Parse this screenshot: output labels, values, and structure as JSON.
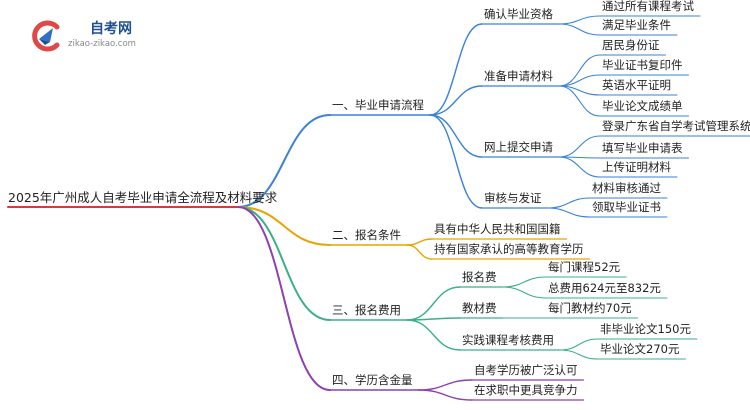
{
  "brand": {
    "title": "自考网",
    "subtitle": "zikao-zikao.com"
  },
  "root": "2025年广州成人自考毕业申请全流程及材料要求",
  "colors": {
    "blue": "#3a82d8",
    "orange": "#e9a300",
    "green": "#38b08a",
    "purple": "#8e3fb0",
    "red": "#d63a3a"
  },
  "branches": [
    {
      "label": "一、毕业申请流程",
      "children": [
        {
          "label": "确认毕业资格",
          "children": [
            "通过所有课程考试",
            "满足毕业条件"
          ]
        },
        {
          "label": "准备申请材料",
          "children": [
            "居民身份证",
            "毕业证书复印件",
            "英语水平证明",
            "毕业论文成绩单"
          ]
        },
        {
          "label": "网上提交申请",
          "children": [
            "登录广东省自学考试管理系统",
            "填写毕业申请表",
            "上传证明材料"
          ]
        },
        {
          "label": "审核与发证",
          "children": [
            "材料审核通过",
            "领取毕业证书"
          ]
        }
      ]
    },
    {
      "label": "二、报名条件",
      "children": [
        {
          "label": "具有中华人民共和国国籍",
          "children": []
        },
        {
          "label": "持有国家承认的高等教育学历",
          "children": []
        }
      ]
    },
    {
      "label": "三、报名费用",
      "children": [
        {
          "label": "报名费",
          "children": [
            "每门课程52元",
            "总费用624元至832元"
          ]
        },
        {
          "label": "教材费",
          "children": [
            "每门教材约70元"
          ]
        },
        {
          "label": "实践课程考核费用",
          "children": [
            "非毕业论文150元",
            "毕业论文270元"
          ]
        }
      ]
    },
    {
      "label": "四、学历含金量",
      "children": [
        {
          "label": "自考学历被广泛认可",
          "children": []
        },
        {
          "label": "在求职中更具竞争力",
          "children": []
        }
      ]
    }
  ]
}
